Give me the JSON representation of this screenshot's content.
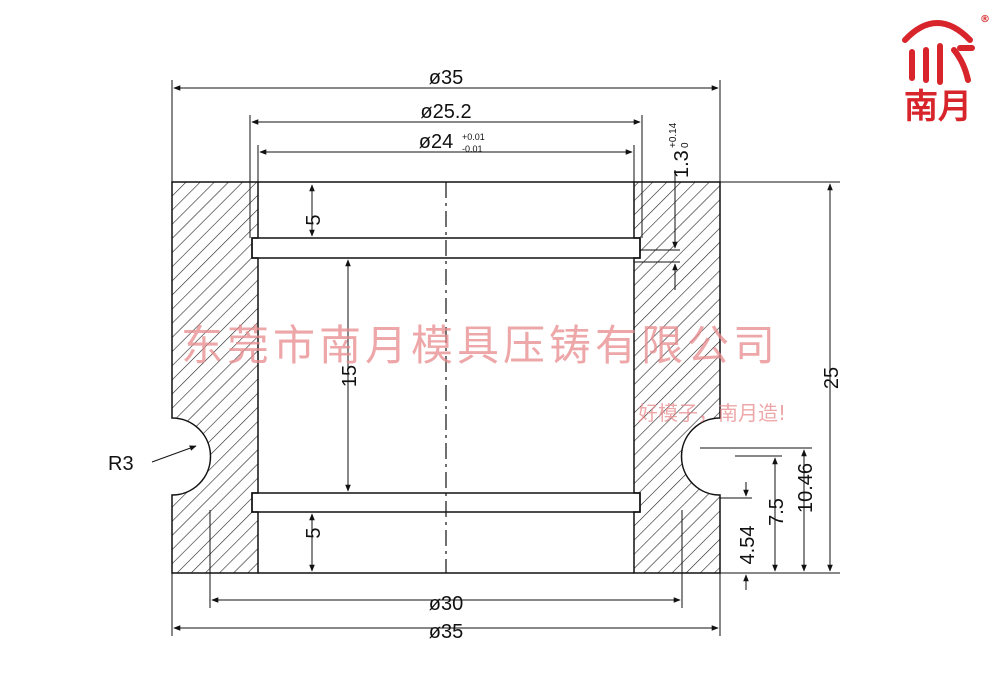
{
  "drawing": {
    "dimensions": {
      "outer_diameter_top": "ø35",
      "groove_diameter": "ø25.2",
      "bore_diameter": "ø24",
      "bore_tolerance_upper": "+0.01",
      "bore_tolerance_lower": "-0.01",
      "groove_depth": "1.3",
      "groove_depth_tol_upper": "+0.14",
      "groove_depth_tol_lower": "0",
      "groove_width_top": "5",
      "groove_spacing": "15",
      "groove_width_bottom": "5",
      "fillet_radius": "R3",
      "total_height": "25",
      "notch_bottom_edge": "4.54",
      "notch_center": "7.5",
      "notch_top_edge": "10.46",
      "bottom_step_diameter": "ø30",
      "outer_diameter_bottom": "ø35"
    }
  },
  "watermark": {
    "company": "东莞市南月模具压铸有限公司",
    "slogan": "好模子，南月造!"
  },
  "logo": {
    "name": "南月",
    "registered_mark": "®",
    "primary_color": "#d7252b"
  },
  "colors": {
    "line": "#111111",
    "hatch": "#222222",
    "watermark": "#e8898c"
  }
}
